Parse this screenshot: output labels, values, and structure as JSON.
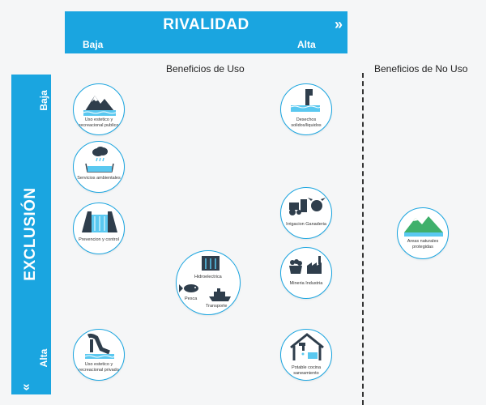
{
  "axes": {
    "rivalry": {
      "title": "RIVALIDAD",
      "low": "Baja",
      "high": "Alta",
      "arrow": "»"
    },
    "exclusion": {
      "title": "EXCLUSIÓN",
      "low": "Baja",
      "high": "Alta",
      "arrow": "»"
    }
  },
  "columns": {
    "use": "Beneficios de Uso",
    "non_use": "Beneficios de No Uso"
  },
  "nodes": {
    "aesthetic_public": "Uso estetico y recreacional publico",
    "env_services": "Servicios ambientales",
    "prevention": "Prevencion y control",
    "hydro": "Hidroelectrica",
    "fishing": "Pesca",
    "transport": "Transporte",
    "aesthetic_private": "Uso estetico y recreacional privado",
    "waste": "Desechos solidos/liquidos",
    "irrigation": "Irrigacion  Ganaderia",
    "mining": "Mineria   Industria",
    "potable": "Potable  cocina saneamiento",
    "protected": "Areas naturales protegidas"
  },
  "colors": {
    "accent": "#1aa5e0",
    "icon": "#2f3e4c",
    "water": "#5ac8f0",
    "green": "#3fb06b"
  }
}
